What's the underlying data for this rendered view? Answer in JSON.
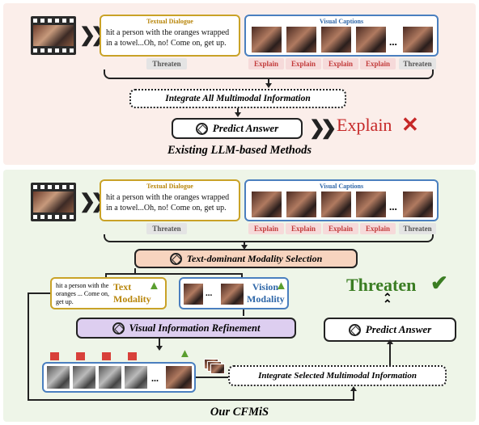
{
  "top": {
    "textual_title": "Textual Dialogue",
    "dialogue": "hit a person with the oranges wrapped in a towel...Oh, no! Come on, get up.",
    "visual_title": "Visual Captions",
    "text_label": "Threaten",
    "visual_labels": [
      "Explain",
      "Explain",
      "Explain",
      "Explain",
      "Threaten"
    ],
    "integrate": "Integrate All Multimodal Information",
    "predict": "Predict Answer",
    "answer": "Explain",
    "caption": "Existing LLM-based Methods",
    "colors": {
      "wrong": "#c62828",
      "red_tag": "#c23a3a"
    }
  },
  "bottom": {
    "textual_title": "Textual Dialogue",
    "dialogue": "hit a person with the oranges wrapped in a towel...Oh, no! Come on, get up.",
    "visual_title": "Visual Captions",
    "text_label": "Threaten",
    "visual_labels": [
      "Explain",
      "Explain",
      "Explain",
      "Explain",
      "Threaten"
    ],
    "selection": "Text-dominant Modality Selection",
    "text_modality_snippet": "hit a person with the oranges ... Come on, get up.",
    "text_modality_label": "Text Modality",
    "vision_modality_label": "Vision Modality",
    "refinement": "Visual Information Refinement",
    "integrate_selected": "Integrate Selected Multimodal Information",
    "predict": "Predict Answer",
    "answer": "Threaten",
    "caption": "Our CFMiS",
    "colors": {
      "correct": "#3a7d22",
      "text_mod": "#b8860b",
      "vision_mod": "#2f67a8"
    }
  },
  "icons": [
    "film-strip-icon",
    "chevron-right-icon",
    "gpt-logo-icon",
    "thumbs-up-icon",
    "thumbs-down-icon",
    "cross-icon",
    "check-icon"
  ],
  "ellipsis": "..."
}
